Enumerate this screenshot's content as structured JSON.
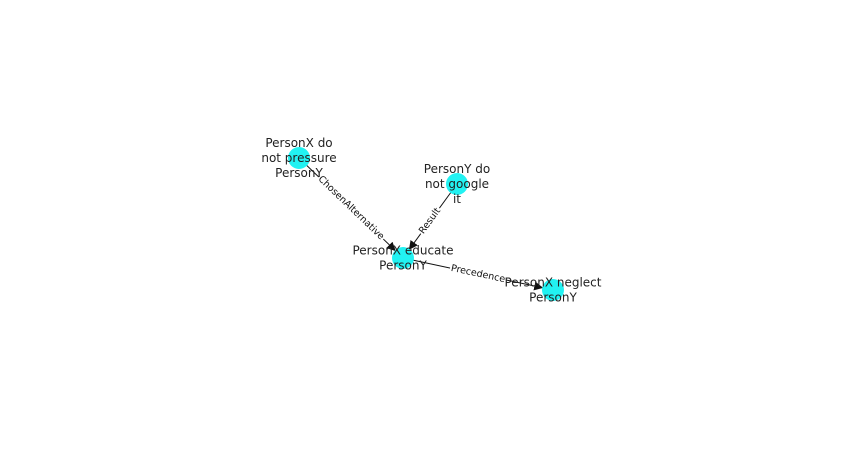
{
  "graph": {
    "colors": {
      "node_fill": "#22f2f2",
      "edge_stroke": "#111111",
      "arrow_fill": "#111111",
      "label_text": "#222222"
    },
    "nodes": [
      {
        "id": "n1",
        "label_lines": [
          "PersonX do",
          "not pressure",
          "PersonY"
        ]
      },
      {
        "id": "n2",
        "label_lines": [
          "PersonY do",
          "not google",
          "it"
        ]
      },
      {
        "id": "n3",
        "label_lines": [
          "PersonX educate",
          "PersonY"
        ]
      },
      {
        "id": "n4",
        "label_lines": [
          "PersonX neglect",
          "PersonY"
        ]
      }
    ],
    "edges": [
      {
        "id": "e1",
        "source": "n1",
        "target": "n3",
        "label": "ChosenAlternative"
      },
      {
        "id": "e2",
        "source": "n2",
        "target": "n3",
        "label": "Result"
      },
      {
        "id": "e3",
        "source": "n3",
        "target": "n4",
        "label": "Precedence"
      }
    ]
  }
}
